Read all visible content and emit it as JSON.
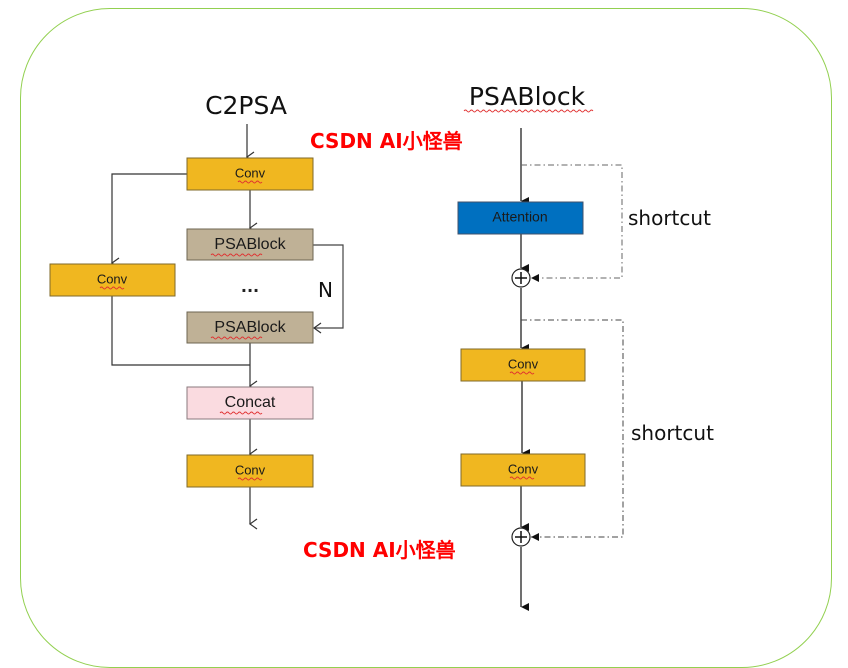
{
  "left_diagram": {
    "title": "C2PSA",
    "conv_top": "Conv",
    "psablock_1": "PSABlock",
    "conv_side": "Conv",
    "ellipsis": "...",
    "repeat_label": "N",
    "psablock_2": "PSABlock",
    "concat": "Concat",
    "conv_bottom": "Conv"
  },
  "right_diagram": {
    "title": "PSABlock",
    "attention": "Attention",
    "shortcut_1": "shortcut",
    "conv_1": "Conv",
    "conv_2": "Conv",
    "shortcut_2": "shortcut",
    "add_symbol": "+"
  },
  "watermarks": [
    "CSDN AI小怪兽",
    "CSDN AI小怪兽"
  ],
  "colors": {
    "conv": "#f0b720",
    "psablock": "#bfb196",
    "concat": "#fadbe0",
    "attention": "#0070c0",
    "frame": "#92d050",
    "watermark": "#ff0000"
  }
}
